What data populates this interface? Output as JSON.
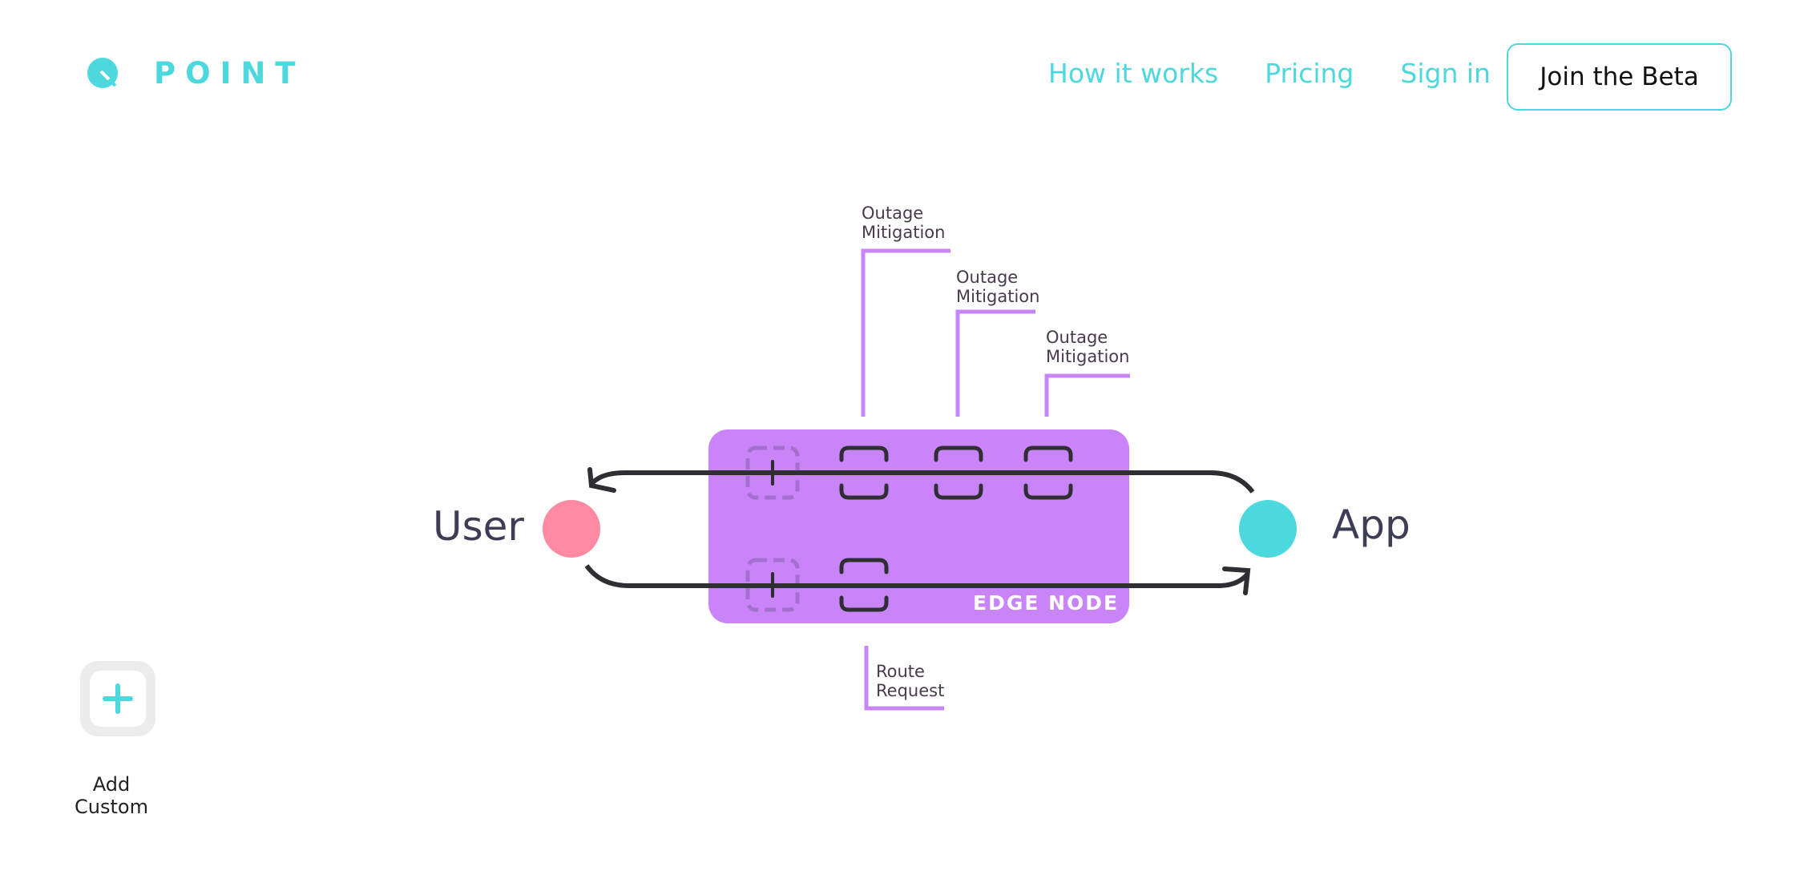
{
  "header": {
    "brand": "POINT",
    "nav": [
      "How it works",
      "Pricing",
      "Sign in"
    ],
    "cta": "Join the Beta"
  },
  "diagram": {
    "user_label": "User",
    "app_label": "App",
    "edge_label": "EDGE NODE",
    "annotations": [
      {
        "line1": "Outage",
        "line2": "Mitigation"
      },
      {
        "line1": "Outage",
        "line2": "Mitigation"
      },
      {
        "line1": "Outage",
        "line2": "Mitigation"
      },
      {
        "line1": "Route",
        "line2": "Request"
      }
    ]
  },
  "sidebar": {
    "add_custom_line1": "Add",
    "add_custom_line2": "Custom"
  },
  "colors": {
    "accent": "#4dd8de",
    "edge_node": "#c985f7",
    "user_dot": "#ff8aa1",
    "app_dot": "#4dd8de",
    "arrow": "#2e2e33"
  }
}
